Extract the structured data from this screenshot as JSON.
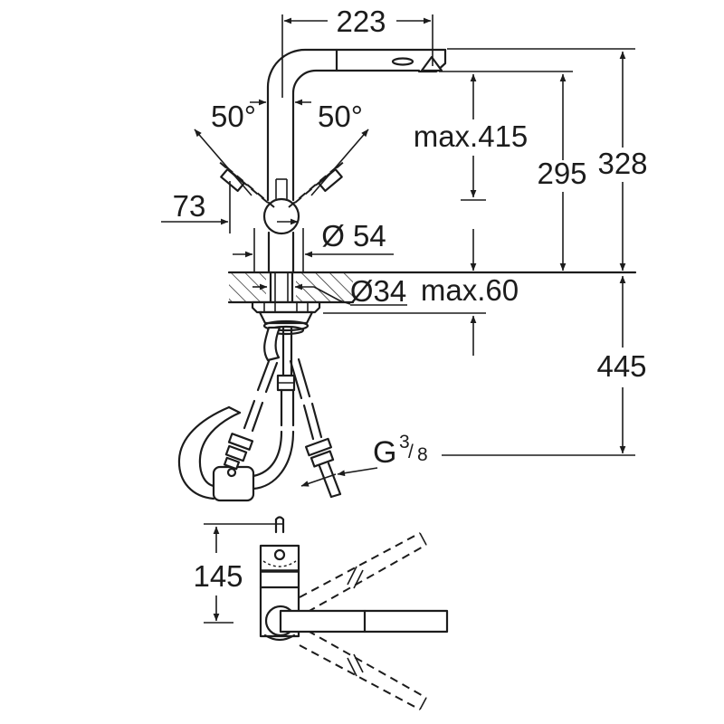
{
  "drawing": {
    "background": "#ffffff",
    "line_color": "#1c1c1c",
    "views": {
      "main_view": "faucet-side-elevation-with-undersink-hoses",
      "bottom_view": "faucet-top-view-swivel-range"
    }
  },
  "dimensions": {
    "spout_reach": "223",
    "lever_angle_left": "50°",
    "lever_angle_right": "50°",
    "max_height": "max.415",
    "outlet_height": "295",
    "total_height": "328",
    "lever_projection": "73",
    "base_diameter": "Ø 54",
    "hole_diameter": "Ø34",
    "max_deck_thickness": "max.60",
    "hose_length": "445",
    "body_height": "145",
    "connection": {
      "g_label": "G",
      "numerator": "3",
      "slash": "/",
      "denominator": "8"
    }
  }
}
